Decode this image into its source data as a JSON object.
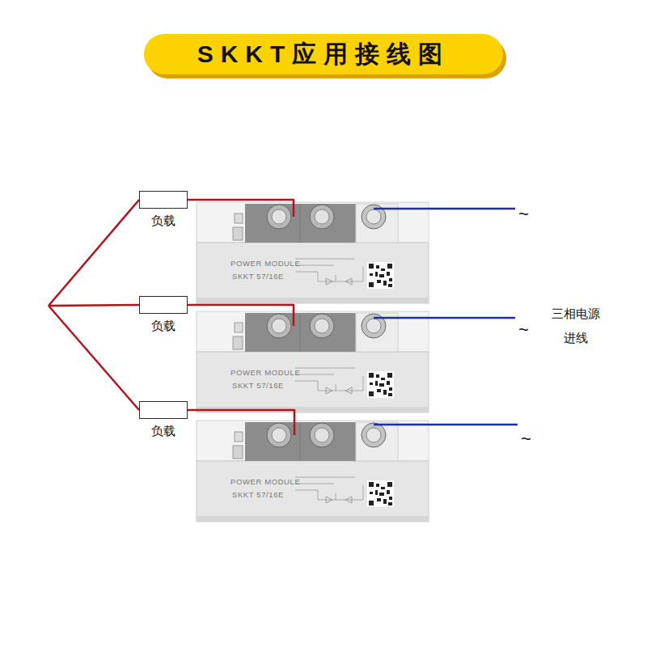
{
  "diagram": {
    "title": "SKKT应用接线图",
    "nodes": [
      {
        "text": [
          "负载"
        ]
      },
      {
        "text": [
          "POWER MODULE",
          "SKKT 57/16E"
        ]
      },
      {
        "text": [
          "负载"
        ]
      },
      {
        "text": [
          "POWER MODULE",
          "SKKT 57/16E"
        ]
      },
      {
        "text": [
          "负载"
        ]
      },
      {
        "text": [
          "POWER MODULE",
          "SKKT 57/16E"
        ]
      }
    ],
    "edges": [
      {
        "from": 0,
        "to": 1,
        "arrow": "none"
      },
      {
        "from": 2,
        "to": 3,
        "arrow": "none"
      },
      {
        "from": 4,
        "to": 5,
        "arrow": "none"
      }
    ],
    "labels": [
      "~",
      "~",
      "~",
      "三相电源 进线"
    ]
  }
}
